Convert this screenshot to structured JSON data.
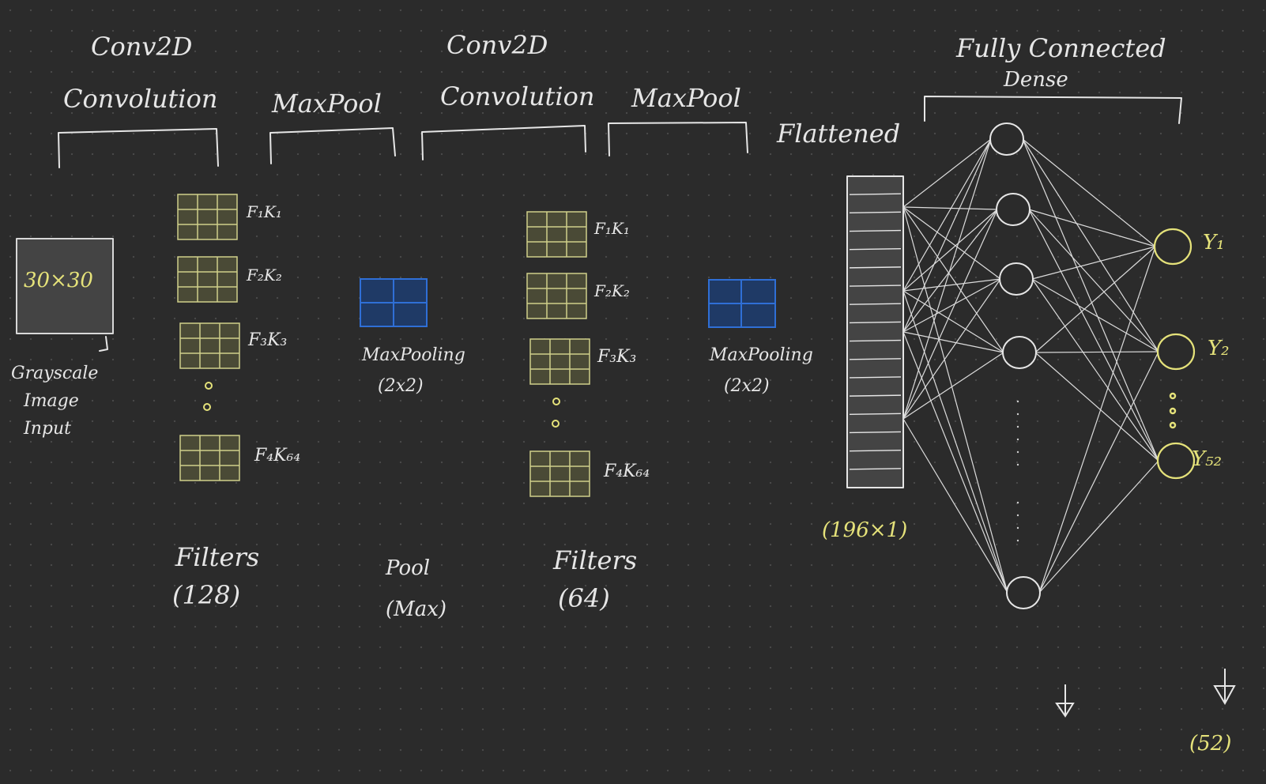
{
  "layers": {
    "conv1_title": "Conv2D",
    "conv1_sub": "Convolution",
    "pool1_title": "MaxPool",
    "conv2_title": "Conv2D",
    "conv2_sub": "Convolution",
    "pool2_title": "MaxPool",
    "flatten_title": "Flattened",
    "dense_title": "Fully Connected",
    "dense_sub": "Dense"
  },
  "input": {
    "size": "30×30",
    "caption_1": "Grayscale",
    "caption_2": "Image",
    "caption_3": "Input"
  },
  "conv1": {
    "kernels": [
      "F₁K₁",
      "F₂K₂",
      "F₃K₃",
      "F₄K₆₄"
    ],
    "filters_label": "Filters",
    "filters_count": "(128)"
  },
  "pool1": {
    "label": "MaxPooling",
    "size": "(2x2)",
    "bottom_label": "Pool",
    "bottom_sub": "(Max)"
  },
  "conv2": {
    "kernels": [
      "F₁K₁",
      "F₂K₂",
      "F₃K₃",
      "F₄K₆₄"
    ],
    "filters_label": "Filters",
    "filters_count": "(64)"
  },
  "pool2": {
    "label": "MaxPooling",
    "size": "(2x2)"
  },
  "flatten": {
    "size": "(196×1)"
  },
  "outputs": {
    "labels": [
      "Y₁",
      "Y₂",
      "Y₅₂"
    ],
    "count": "(52)"
  },
  "colors": {
    "background": "#2b2b2b",
    "ink": "#e6e6e6",
    "yellow": "#e5e27a",
    "kernel": "#cfcf8a",
    "pool": "#2f6fd6"
  }
}
